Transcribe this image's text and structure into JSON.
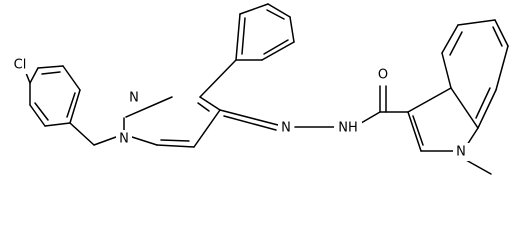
{
  "molecule": {
    "atom_labels": {
      "chlorine": "Cl",
      "pyrazole_n1": "N",
      "pyrazole_n2": "N",
      "imine_n": "N",
      "amide_nh": "NH",
      "carbonyl_o": "O",
      "indole_n": "N"
    },
    "colors": {
      "bond": "#000000",
      "label": "#000000",
      "background": "#ffffff"
    }
  }
}
